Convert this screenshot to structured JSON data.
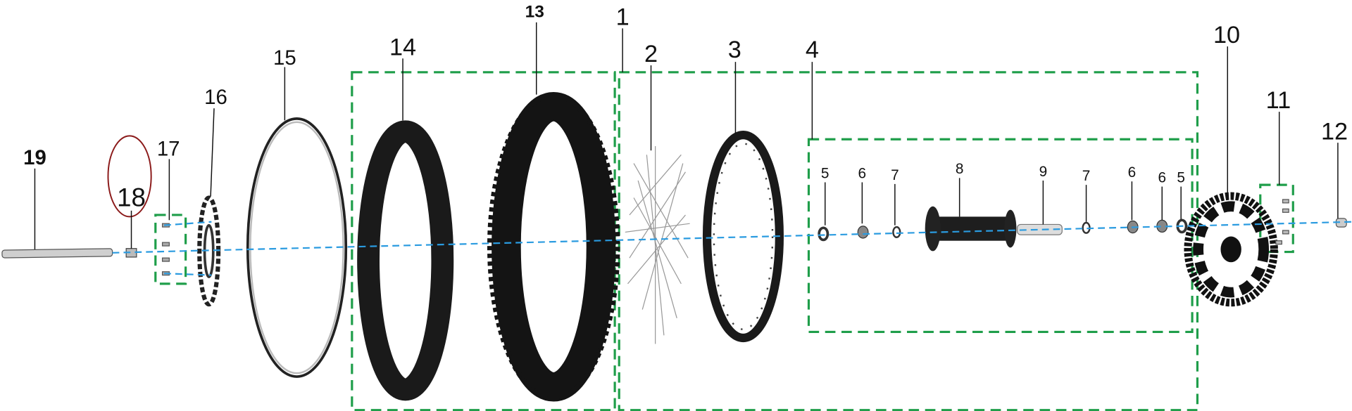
{
  "diagram": {
    "title": "Front wheel exploded parts view",
    "colors": {
      "group_box": "#1f9e4a",
      "axis": "#2a9be0",
      "highlight": "#8b1a1a",
      "part": "#1a1a1a"
    },
    "labels": {
      "p1": "1",
      "p2": "2",
      "p3": "3",
      "p4": "4",
      "p5a": "5",
      "p6a": "6",
      "p7a": "7",
      "p8": "8",
      "p9": "9",
      "p7b": "7",
      "p6b": "6",
      "p6c": "6",
      "p5b": "5",
      "p10": "10",
      "p11": "11",
      "p12": "12",
      "p13": "13",
      "p14": "14",
      "p15": "15",
      "p16": "16",
      "p17": "17",
      "p18": "18",
      "p19": "19"
    }
  }
}
